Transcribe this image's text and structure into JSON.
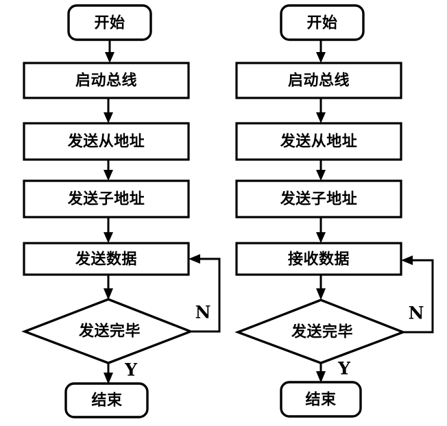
{
  "diagram": {
    "type": "flowchart",
    "title": "",
    "background_color": "#ffffff",
    "line_color": "#000000",
    "charts": [
      {
        "id": "left-flowchart",
        "name": "send-data-flowchart",
        "nodes": [
          {
            "id": "l-start",
            "shape": "terminator",
            "label": "开始"
          },
          {
            "id": "l-bus",
            "shape": "process",
            "label": "启动总线"
          },
          {
            "id": "l-slave",
            "shape": "process",
            "label": "发送从地址"
          },
          {
            "id": "l-sub",
            "shape": "process",
            "label": "发送子地址"
          },
          {
            "id": "l-data",
            "shape": "process",
            "label": "发送数据"
          },
          {
            "id": "l-dec",
            "shape": "decision",
            "label": "发送完毕"
          },
          {
            "id": "l-end",
            "shape": "terminator",
            "label": "结束"
          }
        ],
        "edges": [
          {
            "from": "l-start",
            "to": "l-bus",
            "label": ""
          },
          {
            "from": "l-bus",
            "to": "l-slave",
            "label": ""
          },
          {
            "from": "l-slave",
            "to": "l-sub",
            "label": ""
          },
          {
            "from": "l-sub",
            "to": "l-data",
            "label": ""
          },
          {
            "from": "l-data",
            "to": "l-dec",
            "label": ""
          },
          {
            "from": "l-dec",
            "to": "l-data",
            "label": "N"
          },
          {
            "from": "l-dec",
            "to": "l-end",
            "label": "Y"
          }
        ],
        "branch_labels": {
          "no": "N",
          "yes": "Y"
        }
      },
      {
        "id": "right-flowchart",
        "name": "receive-data-flowchart",
        "nodes": [
          {
            "id": "r-start",
            "shape": "terminator",
            "label": "开始"
          },
          {
            "id": "r-bus",
            "shape": "process",
            "label": "启动总线"
          },
          {
            "id": "r-slave",
            "shape": "process",
            "label": "发送从地址"
          },
          {
            "id": "r-sub",
            "shape": "process",
            "label": "发送子地址"
          },
          {
            "id": "r-data",
            "shape": "process",
            "label": "接收数据"
          },
          {
            "id": "r-dec",
            "shape": "decision",
            "label": "发送完毕"
          },
          {
            "id": "r-end",
            "shape": "terminator",
            "label": "结束"
          }
        ],
        "edges": [
          {
            "from": "r-start",
            "to": "r-bus",
            "label": ""
          },
          {
            "from": "r-bus",
            "to": "r-slave",
            "label": ""
          },
          {
            "from": "r-slave",
            "to": "r-sub",
            "label": ""
          },
          {
            "from": "r-sub",
            "to": "r-data",
            "label": ""
          },
          {
            "from": "r-data",
            "to": "r-dec",
            "label": ""
          },
          {
            "from": "r-dec",
            "to": "r-data",
            "label": "N"
          },
          {
            "from": "r-dec",
            "to": "r-end",
            "label": "Y"
          }
        ],
        "branch_labels": {
          "no": "N",
          "yes": "Y"
        }
      }
    ]
  }
}
